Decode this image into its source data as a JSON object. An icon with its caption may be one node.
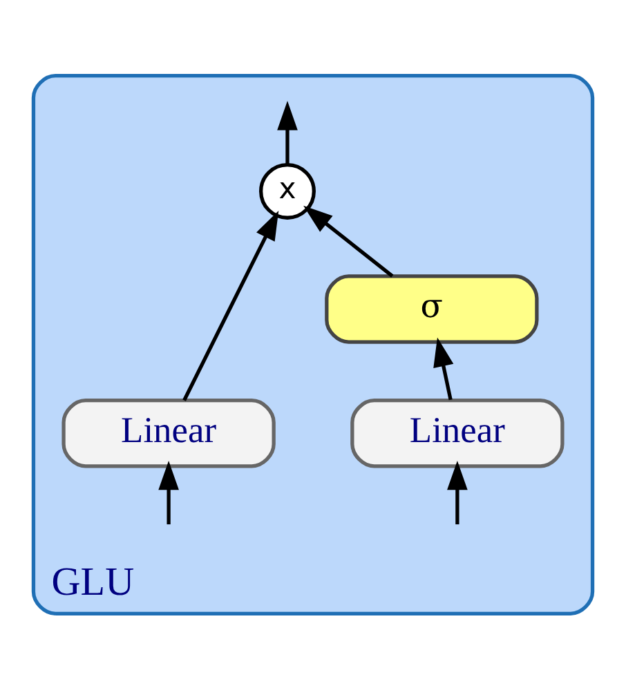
{
  "diagram": {
    "nodes": [
      {
        "text": [
          "GLU"
        ]
      },
      {
        "text": [
          "σ"
        ],
        "in": 0
      },
      {
        "text": [
          "Linear"
        ],
        "in": 0
      },
      {
        "text": [
          "Linear"
        ],
        "in": 0
      },
      {
        "text": [
          "x"
        ],
        "in": 0
      }
    ],
    "edges": [
      {
        "from": null,
        "to": 2,
        "arrow": "to"
      },
      {
        "from": null,
        "to": 3,
        "arrow": "to"
      },
      {
        "from": 2,
        "to": 1,
        "arrow": "to"
      },
      {
        "from": 1,
        "to": 4,
        "arrow": "to"
      },
      {
        "from": 3,
        "to": 4,
        "arrow": "to"
      },
      {
        "from": 4,
        "to": null,
        "arrow": "to"
      }
    ]
  }
}
